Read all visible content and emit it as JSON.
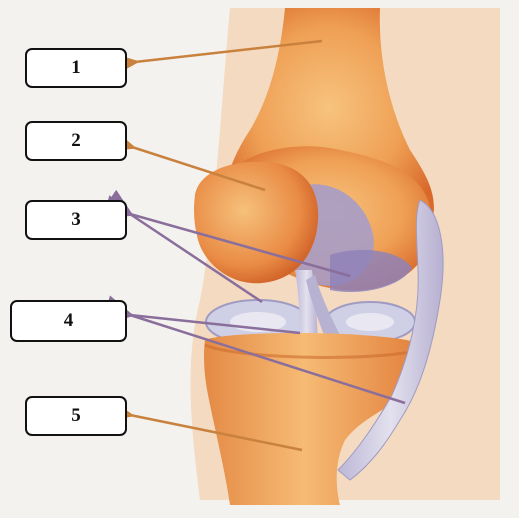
{
  "labels": [
    {
      "id": "1",
      "text": "1"
    },
    {
      "id": "2",
      "text": "2"
    },
    {
      "id": "3",
      "text": "3"
    },
    {
      "id": "4",
      "text": "4"
    },
    {
      "id": "5",
      "text": "5"
    }
  ],
  "colors": {
    "background": "#f4f2ee",
    "bone": "#f0a35a",
    "bone_shadow": "#d9692b",
    "cartilage": "#a79cc7",
    "meniscus": "#cfd0e6",
    "ligament": "#c9c5dc",
    "arrow_orange": "#c9823e",
    "arrow_purple": "#8a6e9c"
  }
}
